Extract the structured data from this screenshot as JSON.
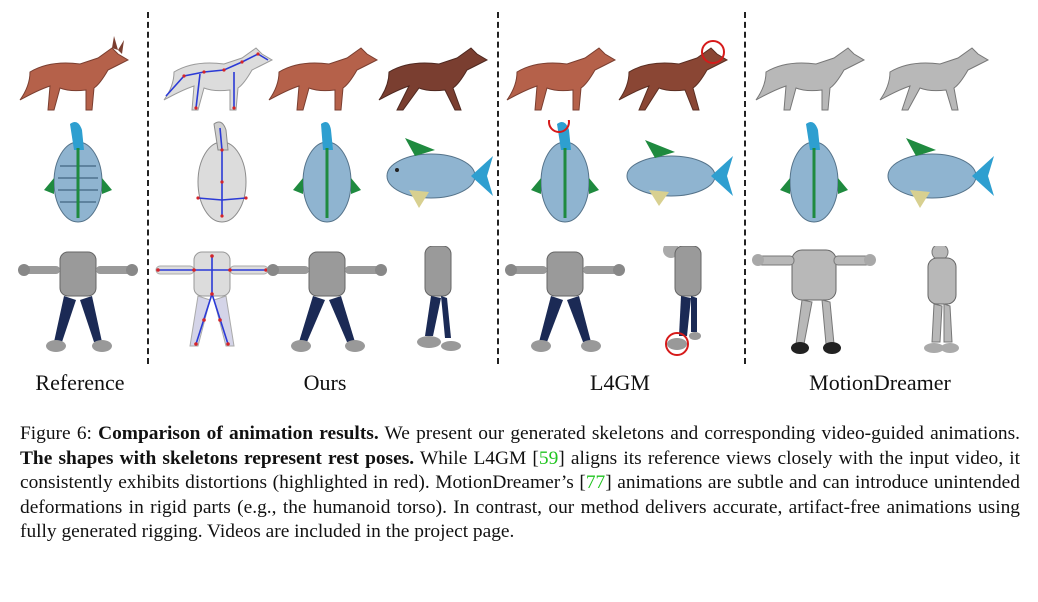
{
  "figure": {
    "column_labels": [
      "Reference",
      "Ours",
      "L4GM",
      "MotionDreamer"
    ],
    "rows": [
      "fox",
      "fish",
      "humanoid"
    ],
    "colors": {
      "fox_body": "#b5614a",
      "fox_dark": "#7a3e30",
      "fish_body": "#8fb4d0",
      "fish_fin": "#2e9fd0",
      "fish_stripe": "#1f8a3f",
      "humanoid_torso": "#9a9a9a",
      "humanoid_legs": "#1b2a55",
      "skeleton": "#2b3ad6",
      "joint": "#d4242a",
      "highlight": "#d61a1a",
      "gray_mesh": "#b8b8b8"
    }
  },
  "caption": {
    "lead": "Figure 6: ",
    "bold1": "Comparison of animation results.",
    "t1": " We present our generated skeletons and corresponding video-guided animations. ",
    "bold2": "The shapes with skeletons represent rest poses.",
    "t2": " While L4GM [",
    "cite1": "59",
    "t3": "] aligns its reference views closely with the input video, it consistently exhibits distortions (highlighted in red). MotionDreamer’s [",
    "cite2": "77",
    "t4": "] animations are subtle and can introduce unintended deformations in rigid parts (e.g., the humanoid torso). In contrast, our method delivers accurate, artifact-free animations using fully generated rigging. Videos are included in the project page."
  }
}
